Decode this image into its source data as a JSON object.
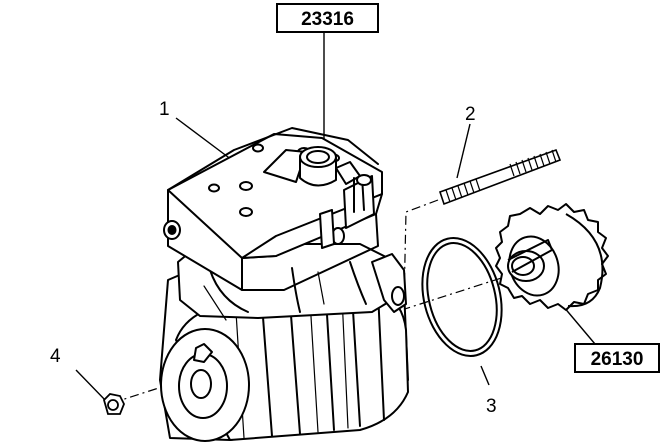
{
  "diagram": {
    "ref_labels": {
      "top": "23316",
      "bottom_right": "26130"
    },
    "callouts": {
      "c1": "1",
      "c2": "2",
      "c3": "3",
      "c4": "4"
    },
    "colors": {
      "line": "#000000",
      "background": "#ffffff"
    },
    "parts": [
      "air-compressor",
      "stud",
      "o-ring",
      "drive-gear",
      "nut"
    ]
  }
}
